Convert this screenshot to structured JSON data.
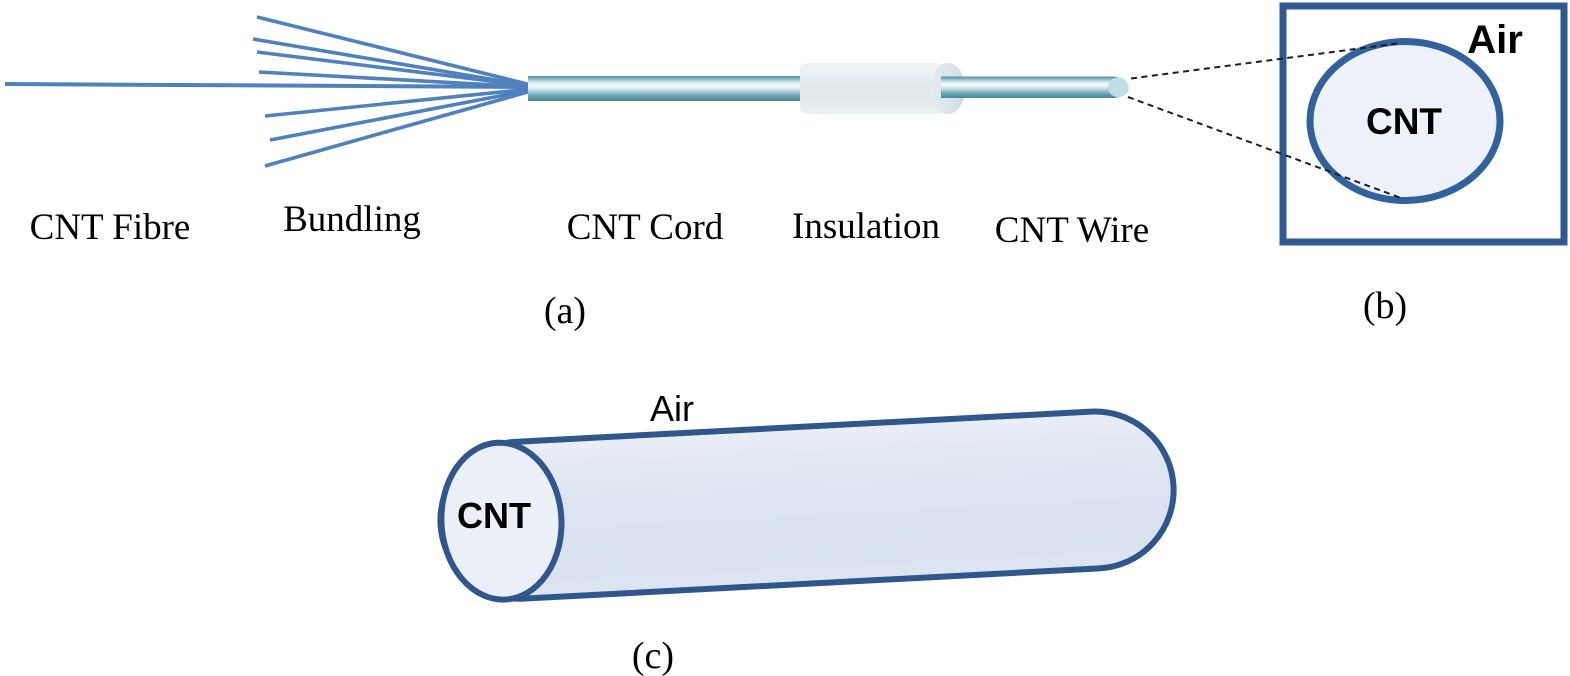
{
  "panel_a": {
    "caption": "(a)",
    "labels": {
      "fibre": "CNT Fibre",
      "bundling": "Bundling",
      "cord": "CNT Cord",
      "insulation": "Insulation",
      "wire": "CNT Wire"
    }
  },
  "panel_b": {
    "caption": "(b)",
    "air_label": "Air",
    "cnt_label": "CNT"
  },
  "panel_c": {
    "caption": "(c)",
    "air_label": "Air",
    "cnt_label": "CNT"
  },
  "colors": {
    "fibre_blue": "#4F81BD",
    "box_outline_blue": "#2E5A90",
    "circle_outline_blue": "#33619B",
    "cylinder_outline_blue": "#31568C",
    "cord_teal_dark": "#4E8FA3",
    "cord_highlight": "#F2F9FA",
    "insulation_fill": "#E3EDF0",
    "circle_fill": "#EDF1F9",
    "cylinder_fill": "#DDE4F1",
    "text_color": "#000000"
  }
}
